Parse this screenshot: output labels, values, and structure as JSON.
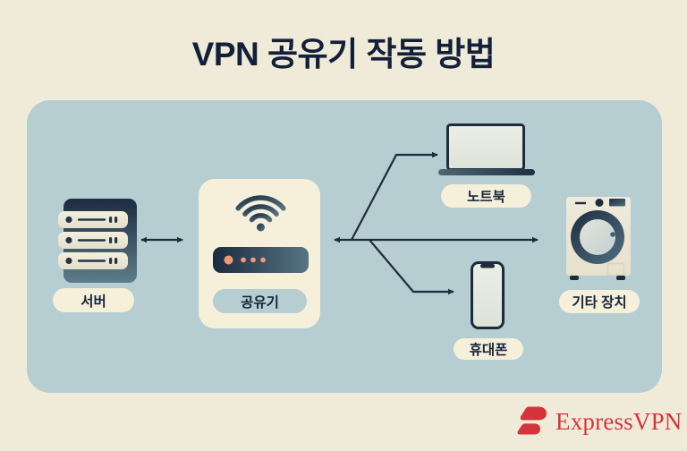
{
  "title": "VPN 공유기 작동 방법",
  "nodes": {
    "server": {
      "label": "서버"
    },
    "router": {
      "label": "공유기"
    },
    "laptop": {
      "label": "노트북"
    },
    "phone": {
      "label": "휴대폰"
    },
    "other": {
      "label": "기타 장치"
    }
  },
  "connections": [
    {
      "from": "서버",
      "to": "공유기",
      "direction": "bidirectional"
    },
    {
      "from": "공유기",
      "to": "노트북",
      "direction": "one-way"
    },
    {
      "from": "공유기",
      "to": "휴대폰",
      "direction": "one-way"
    },
    {
      "from": "공유기",
      "to": "기타 장치",
      "direction": "bidirectional"
    }
  ],
  "branding": {
    "wordmark": "ExpressVPN"
  },
  "colors": {
    "background": "#f0ebd9",
    "panel": "#b6cdd2",
    "ink": "#1e2c3e",
    "card": "#f6f0db",
    "accent_orange": "#ee9a72",
    "brand_red": "#d4353d"
  }
}
